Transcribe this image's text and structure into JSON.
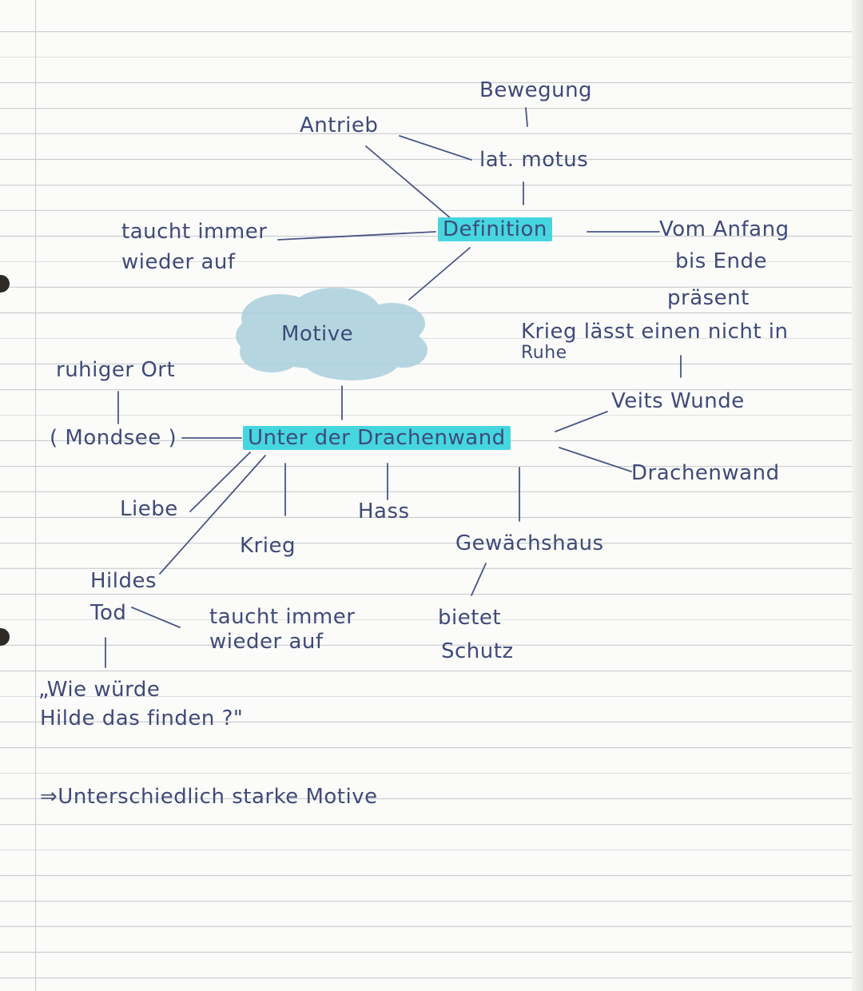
{
  "diagram": {
    "center": "Unter der Drachenwand",
    "cloud": "Motive",
    "definition": "Definition",
    "bewegung": "Bewegung",
    "lat_motus": "lat. motus",
    "antrieb": "Antrieb",
    "taucht_top": [
      "taucht immer",
      "wieder auf"
    ],
    "vom_anfang": [
      "Vom Anfang",
      "bis Ende",
      "präsent"
    ],
    "krieg_laesst": [
      "Krieg lässt einen nicht in",
      "Ruhe"
    ],
    "veits_wunde": "Veits Wunde",
    "drachenwand": "Drachenwand",
    "ruhiger_ort": "ruhiger Ort",
    "mondsee": "( Mondsee )",
    "liebe": "Liebe",
    "krieg": "Krieg",
    "hass": "Hass",
    "gewaechshaus": "Gewächshaus",
    "bietet_schutz": [
      "bietet",
      "Schutz"
    ],
    "hildes_tod": [
      "Hildes",
      "Tod"
    ],
    "taucht_bottom": [
      "taucht immer",
      "wieder auf"
    ],
    "wie_wuerde": [
      "„Wie würde",
      "Hilde das finden ?\""
    ],
    "conclusion": "⇒Unterschiedlich starke Motive"
  },
  "colors": {
    "ink": "#3f4a78",
    "highlight": "#45d6e0",
    "cloud": "#a9d0dc"
  }
}
